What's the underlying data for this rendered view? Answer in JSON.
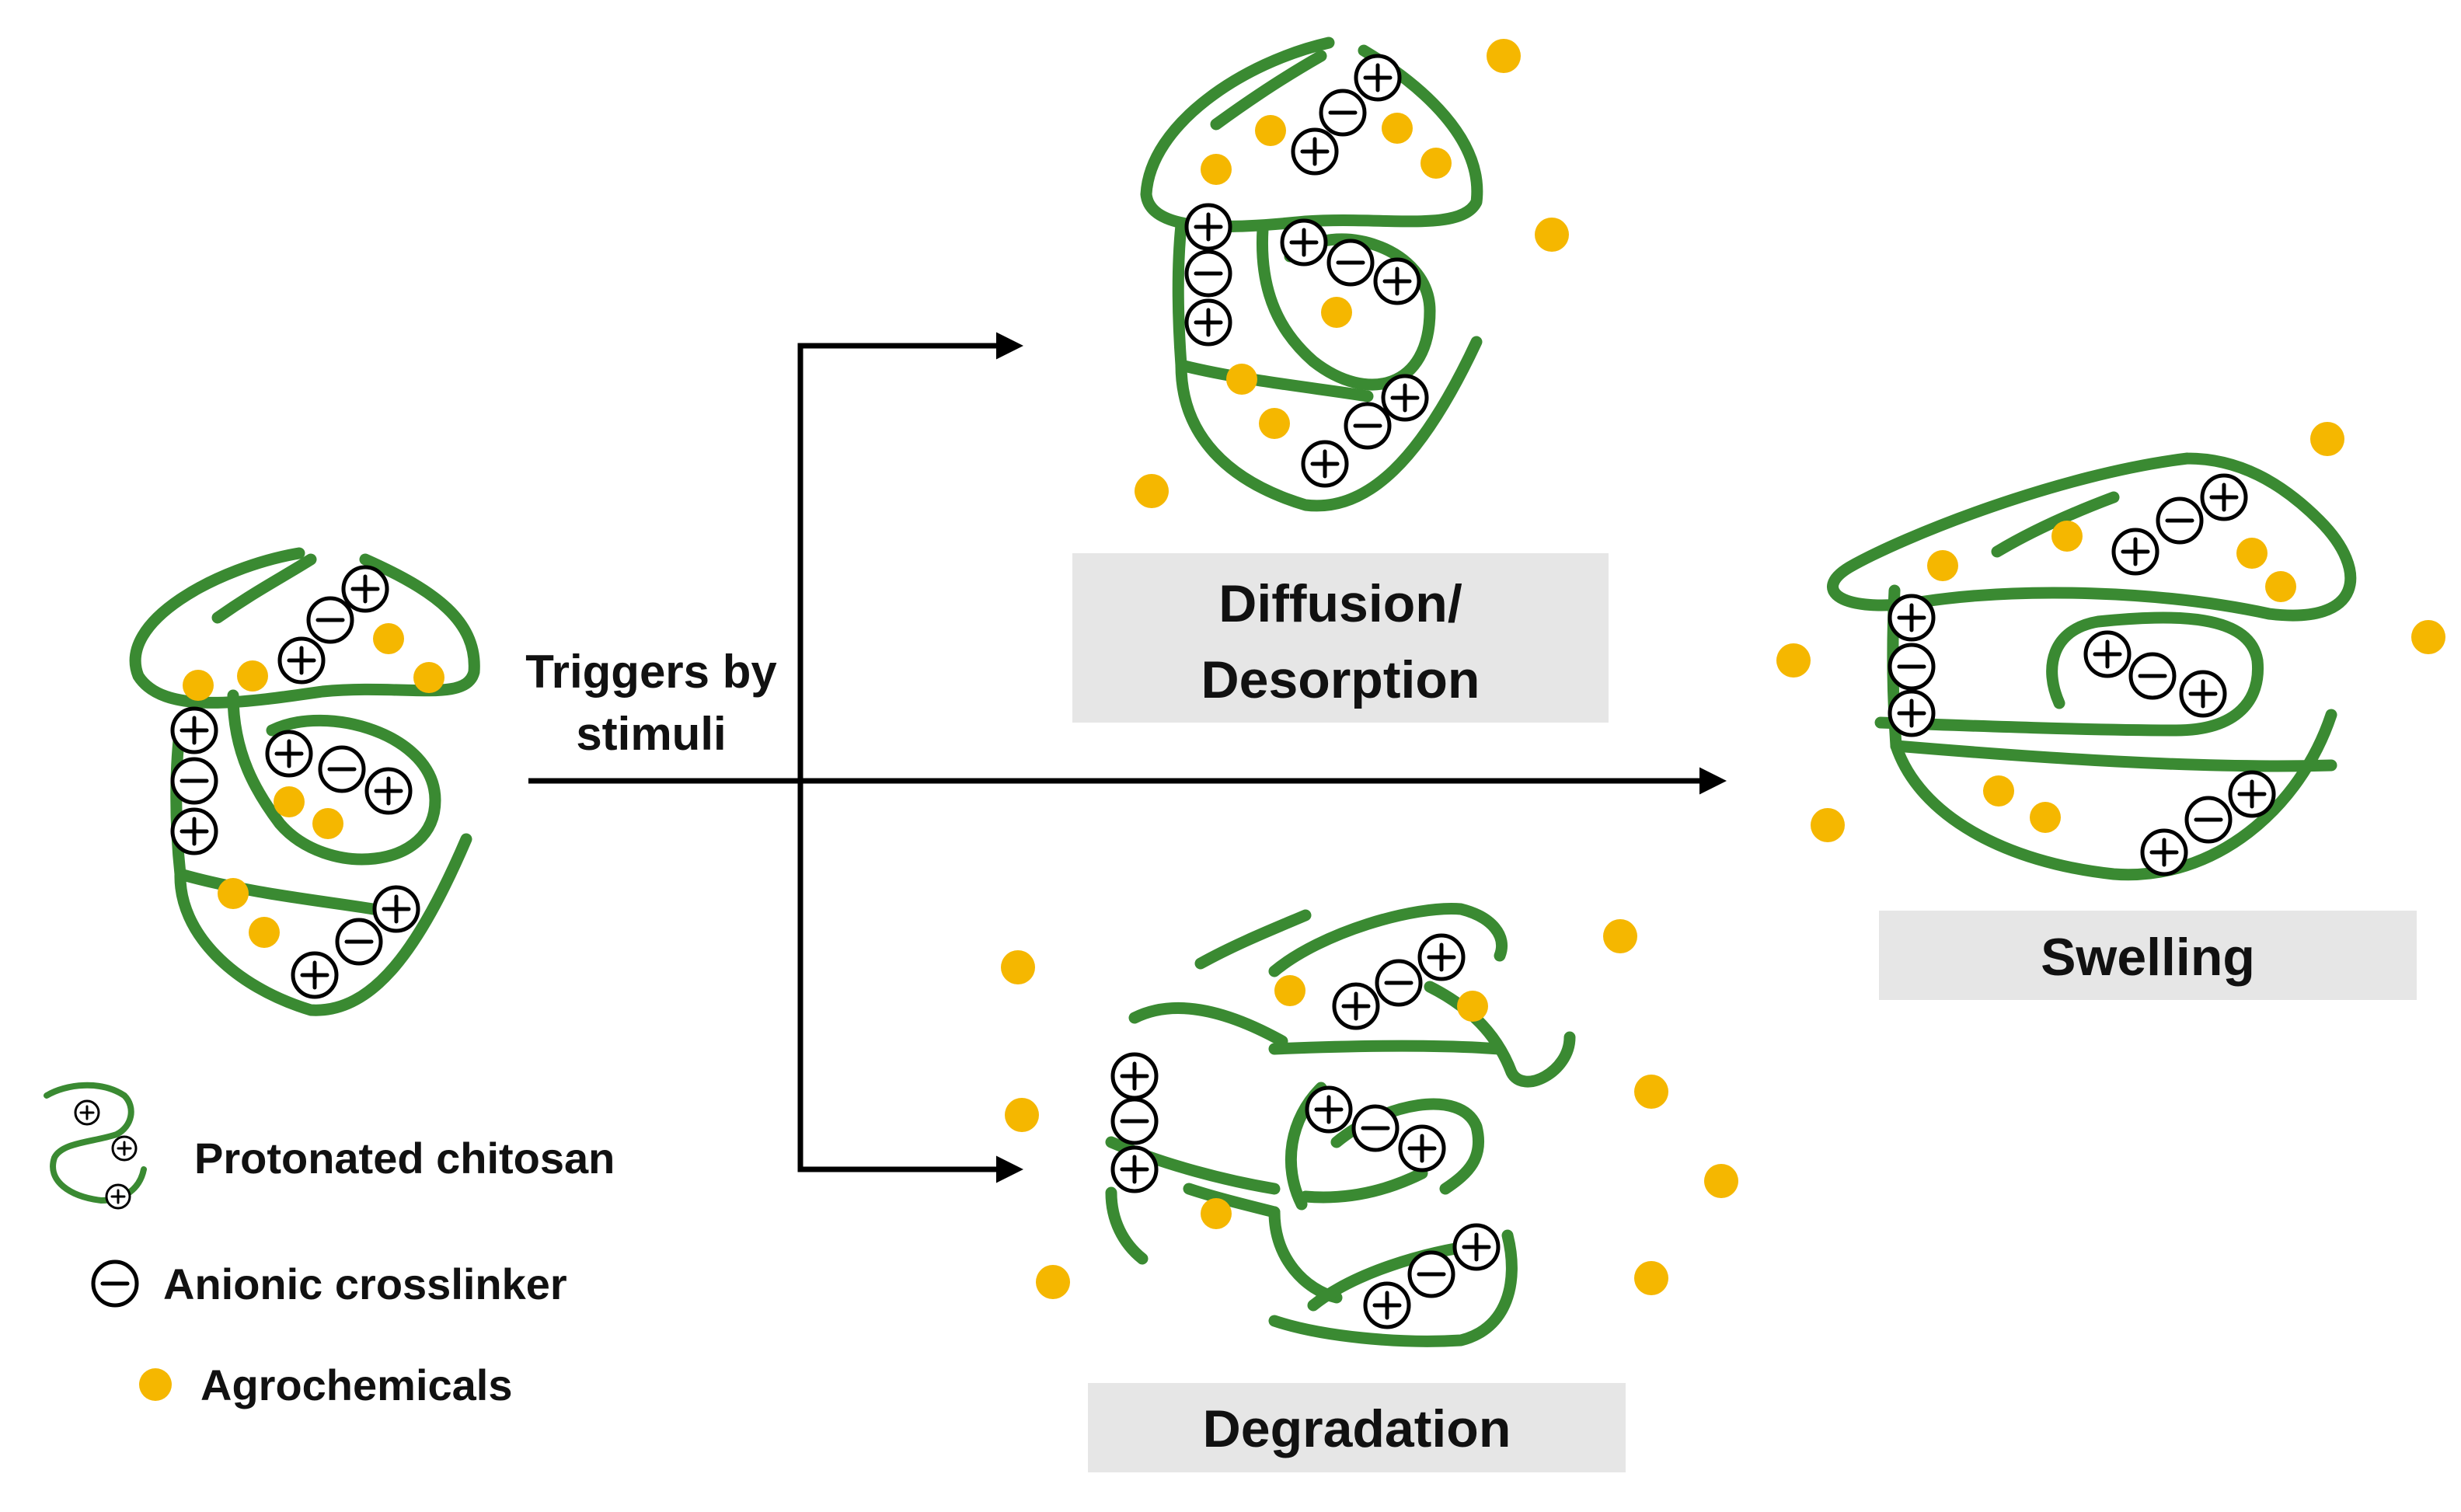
{
  "colors": {
    "chitosan": "#3a8a32",
    "agrochemical": "#f5b700",
    "label_box": "#e6e6e6",
    "ink": "#000000"
  },
  "trigger": {
    "line1": "Triggers by",
    "line2": "stimuli"
  },
  "outcomes": {
    "diffusion": {
      "line1": "Diffusion/",
      "line2": "Desorption"
    },
    "swelling": "Swelling",
    "degradation": "Degradation"
  },
  "legend": {
    "chitosan": "Protonated chitosan",
    "crosslinker": "Anionic crosslinker",
    "agrochemicals": "Agrochemicals"
  },
  "icons": [
    "protonated-chitosan-icon",
    "anionic-crosslinker-icon",
    "agrochemical-dot-icon",
    "arrow-icon"
  ]
}
